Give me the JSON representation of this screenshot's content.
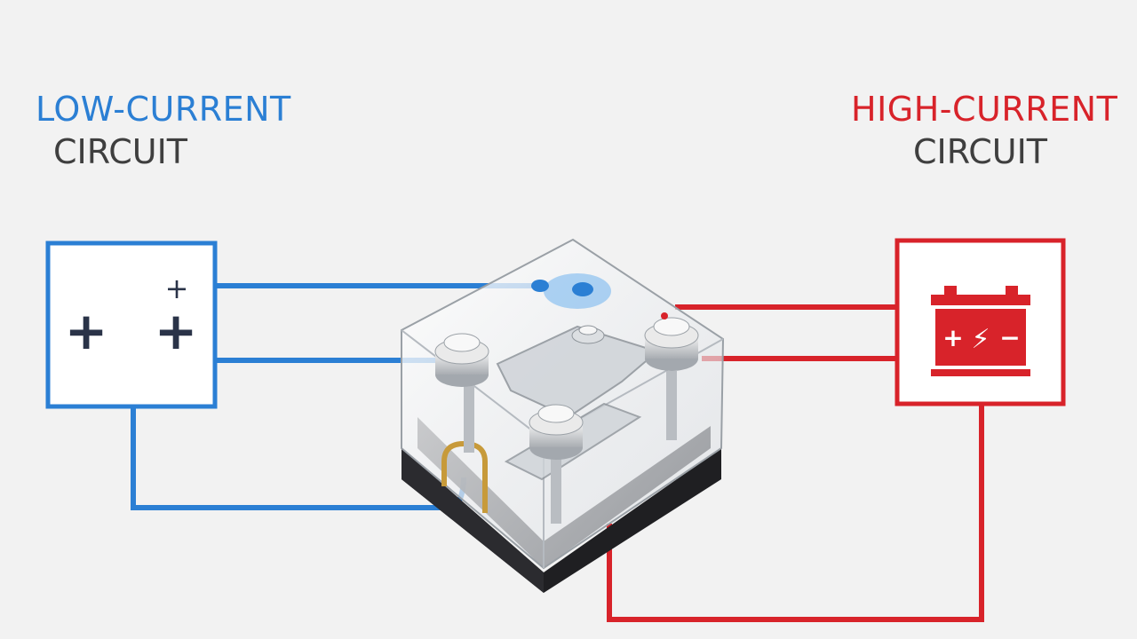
{
  "low_circuit": {
    "title_line1": "LOW-CURRENT",
    "title_line2": "CIRCUIT",
    "color": "#2b7fd4",
    "box_symbols": [
      "+",
      "+",
      "+"
    ]
  },
  "high_circuit": {
    "title_line1": "HIGH-CURRENT",
    "title_line2": "CIRCUIT",
    "color": "#d8232a",
    "battery_symbols": [
      "+",
      "⚡",
      "−"
    ]
  }
}
